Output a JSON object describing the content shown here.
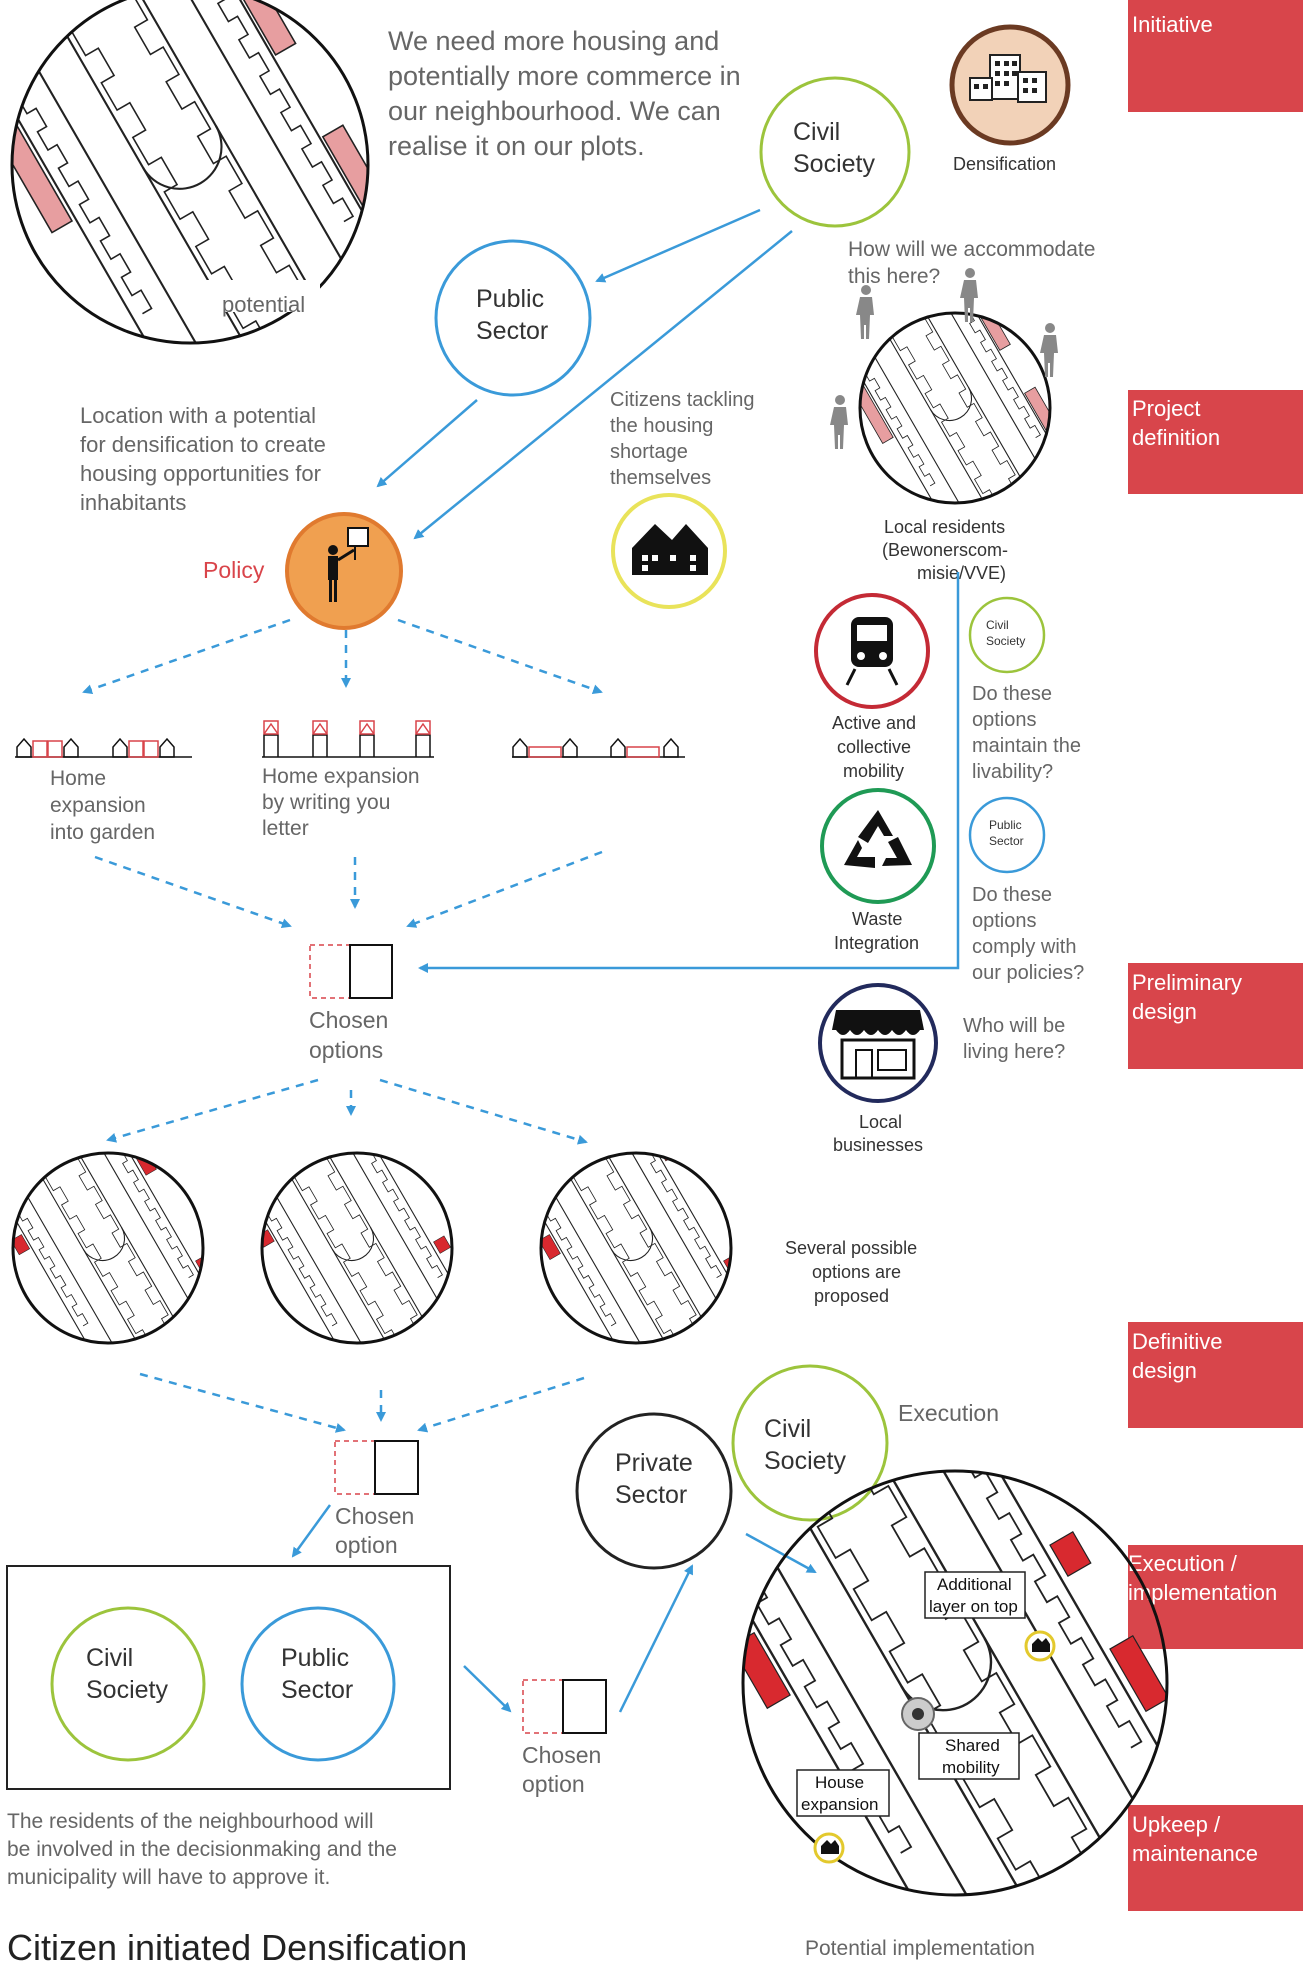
{
  "intro_text": [
    "We need more housing and",
    "potentially more commerce in",
    "our neighbourhood. We can",
    "realise it on our plots."
  ],
  "potential_label": "potential",
  "actors": {
    "civil_society_top": [
      "Civil",
      "Society"
    ],
    "public_sector_top": [
      "Public",
      "Sector"
    ],
    "private_sector": [
      "Private",
      "Sector"
    ],
    "civil_society_exec": [
      "Civil",
      "Society"
    ],
    "civil_society_box": [
      "Civil",
      "Society"
    ],
    "public_sector_box": [
      "Public",
      "Sector"
    ],
    "civil_society_small": [
      "Civil",
      "Society"
    ],
    "public_sector_small": [
      "Public",
      "Sector"
    ]
  },
  "densification_label": "Densification",
  "accommodate_question": [
    "How will we accommodate",
    "this here?"
  ],
  "location_text": [
    "Location with a potential",
    "for densification to create",
    "housing opportunities for",
    "inhabitants"
  ],
  "citizens_text": [
    "Citizens tackling",
    "the housing",
    "shortage",
    "themselves"
  ],
  "policy_label": "Policy",
  "local_residents": [
    "Local residents",
    "(Bewonerscom-",
    "misie/VVE)"
  ],
  "themes": {
    "mobility": [
      "Active and",
      "collective",
      "mobility"
    ],
    "waste": [
      "Waste",
      "Integration"
    ],
    "businesses": [
      "Local",
      "businesses"
    ]
  },
  "questions": {
    "livability": [
      "Do these",
      "options",
      "maintain the",
      "livability?"
    ],
    "policies": [
      "Do these",
      "options",
      "comply with",
      "our policies?"
    ],
    "who": [
      "Who will be",
      "living here?"
    ]
  },
  "options": {
    "garden": [
      "Home",
      "expansion",
      "into garden"
    ],
    "letter": [
      "Home expansion",
      "by writing you",
      "letter"
    ]
  },
  "chosen_options": [
    "Chosen",
    "options"
  ],
  "chosen_option_1": [
    "Chosen",
    "option"
  ],
  "chosen_option_2": [
    "Chosen",
    "option"
  ],
  "several_options": [
    "Several possible",
    "options are",
    "proposed"
  ],
  "execution_label": "Execution",
  "annotations": {
    "additional_layer": [
      "Additional",
      "layer on top"
    ],
    "shared_mobility": [
      "Shared",
      "mobility"
    ],
    "house_expansion": [
      "House",
      "expansion"
    ]
  },
  "residents_text": [
    "The residents of the neighbourhood will",
    "be involved in the decisionmaking and the",
    "municipality will have to approve it."
  ],
  "potential_implementation": "Potential implementation",
  "title": "Citizen initiated Densification",
  "phases": [
    {
      "name": "initiative",
      "lines": [
        "Initiative"
      ]
    },
    {
      "name": "project-definition",
      "lines": [
        "Project",
        "definition"
      ]
    },
    {
      "name": "preliminary-design",
      "lines": [
        "Preliminary",
        "design"
      ]
    },
    {
      "name": "definitive-design",
      "lines": [
        "Definitive",
        "design"
      ]
    },
    {
      "name": "execution",
      "lines": [
        "Execution /",
        "implementation"
      ]
    },
    {
      "name": "upkeep",
      "lines": [
        "Upkeep /",
        "maintenance"
      ]
    }
  ],
  "colors": {
    "civil_society": "#9cc43c",
    "public_sector": "#3a9ad9",
    "private_sector": "#222222",
    "policy": "#f0a050",
    "accent_red": "#d8454b",
    "arrow_blue": "#3a9ad9"
  }
}
